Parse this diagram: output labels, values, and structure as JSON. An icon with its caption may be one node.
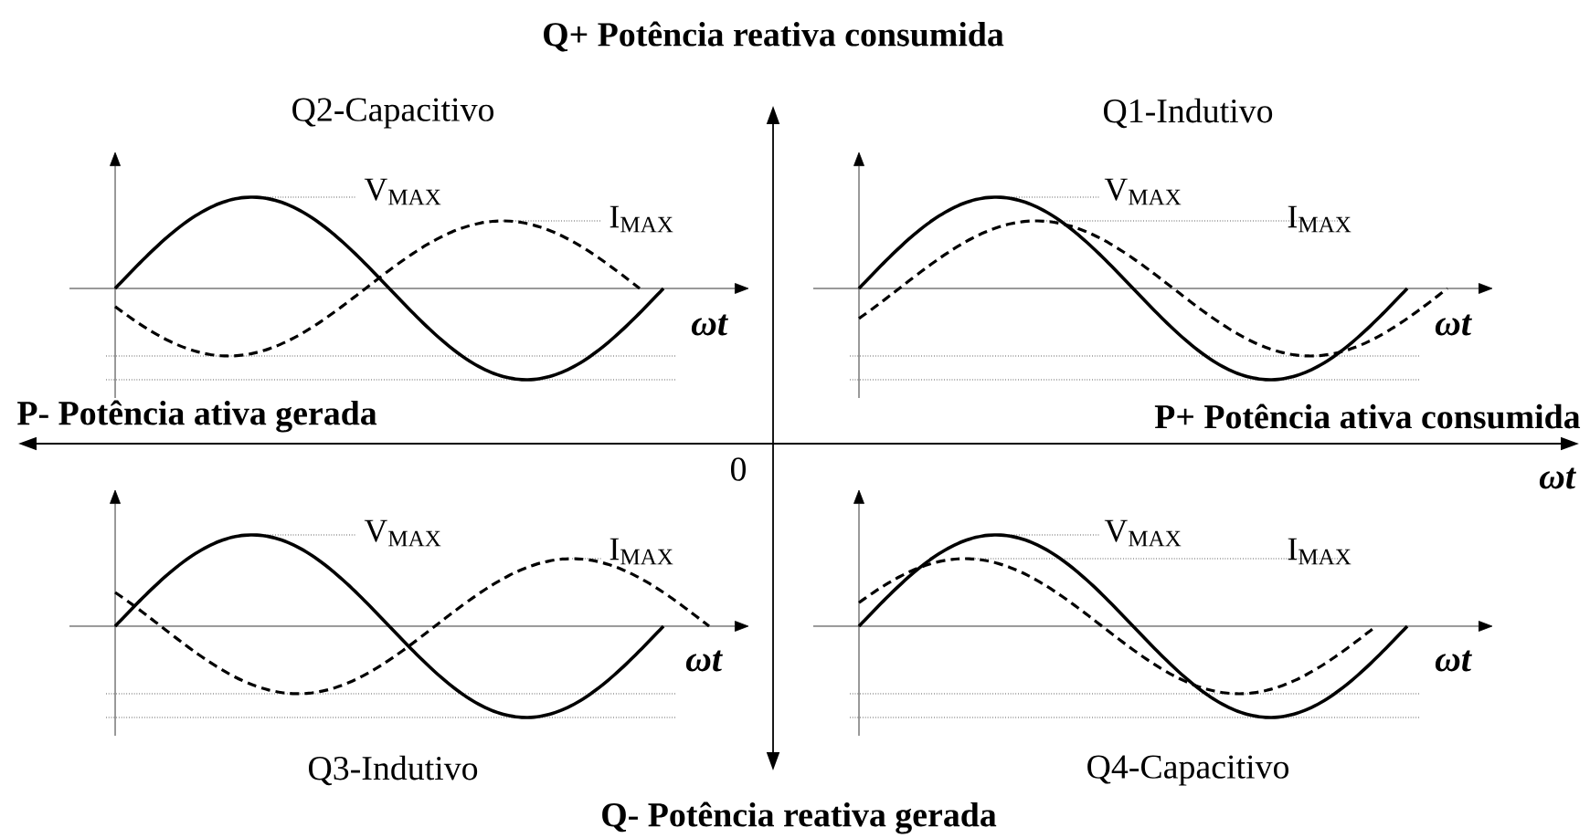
{
  "diagram": {
    "labels": [
      "Q+ Potência reativa consumida",
      "Q2-Capacitivo",
      "Q1-Indutivo",
      "V$_{MAX}$",
      "I$_{MAX}$",
      "V$_{MAX}$",
      "I$_{MAX}$",
      "ωt",
      "ωt",
      "P- Potência ativa gerada",
      "P+ Potência ativa consumida",
      "0",
      "ωt",
      "V$_{MAX}$",
      "I$_{MAX}$",
      "V$_{MAX}$",
      "I$_{MAX}$",
      "ωt",
      "ωt",
      "Q3-Indutivo",
      "Q4-Capacitivo",
      "Q- Potência reativa gerada"
    ]
  }
}
